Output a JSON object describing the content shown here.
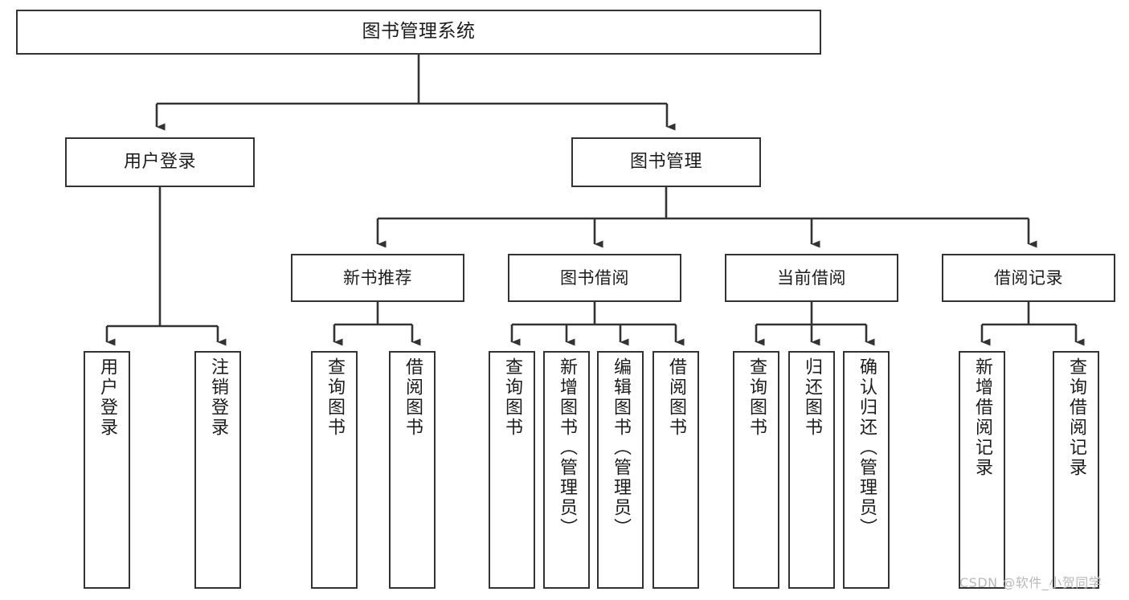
{
  "diagram": {
    "type": "hierarchy-tree",
    "title": "图书管理系统",
    "orientation": "top-down",
    "edge_color": "#333333",
    "box_border_color": "#333333",
    "box_fill_color": "#ffffff",
    "text_color": "#1c1c1c",
    "levels": 4
  },
  "nodes": {
    "root": {
      "label": "图书管理系统",
      "level": 0
    },
    "user_login": {
      "label": "用户登录",
      "level": 1
    },
    "book_manage": {
      "label": "图书管理",
      "level": 1
    },
    "new_book_rec": {
      "label": "新书推荐",
      "level": 2
    },
    "book_borrow": {
      "label": "图书借阅",
      "level": 2
    },
    "current_borrow": {
      "label": "当前借阅",
      "level": 2
    },
    "borrow_record": {
      "label": "借阅记录",
      "level": 2
    },
    "leaf_user_login": {
      "label": "用户登录",
      "level": 3
    },
    "leaf_logout": {
      "label": "注销登录",
      "level": 3
    },
    "leaf_query_book_1": {
      "label": "查询图书",
      "level": 3
    },
    "leaf_borrow_book_1": {
      "label": "借阅图书",
      "level": 3
    },
    "leaf_query_book_2": {
      "label": "查询图书",
      "level": 3
    },
    "leaf_add_book": {
      "label": "新增图书（管理员）",
      "level": 3
    },
    "leaf_edit_book": {
      "label": "编辑图书（管理员）",
      "level": 3
    },
    "leaf_borrow_book_2": {
      "label": "借阅图书",
      "level": 3
    },
    "leaf_query_book_3": {
      "label": "查询图书",
      "level": 3
    },
    "leaf_return_book": {
      "label": "归还图书",
      "level": 3
    },
    "leaf_confirm_return": {
      "label": "确认归还（管理员）",
      "level": 3
    },
    "leaf_add_record": {
      "label": "新增借阅记录",
      "level": 3
    },
    "leaf_query_record": {
      "label": "查询借阅记录",
      "level": 3
    }
  },
  "edges": [
    {
      "from": "root",
      "to": "user_login"
    },
    {
      "from": "root",
      "to": "book_manage"
    },
    {
      "from": "user_login",
      "to": "leaf_user_login"
    },
    {
      "from": "user_login",
      "to": "leaf_logout"
    },
    {
      "from": "book_manage",
      "to": "new_book_rec"
    },
    {
      "from": "book_manage",
      "to": "book_borrow"
    },
    {
      "from": "book_manage",
      "to": "current_borrow"
    },
    {
      "from": "book_manage",
      "to": "borrow_record"
    },
    {
      "from": "new_book_rec",
      "to": "leaf_query_book_1"
    },
    {
      "from": "new_book_rec",
      "to": "leaf_borrow_book_1"
    },
    {
      "from": "book_borrow",
      "to": "leaf_query_book_2"
    },
    {
      "from": "book_borrow",
      "to": "leaf_add_book"
    },
    {
      "from": "book_borrow",
      "to": "leaf_edit_book"
    },
    {
      "from": "book_borrow",
      "to": "leaf_borrow_book_2"
    },
    {
      "from": "current_borrow",
      "to": "leaf_query_book_3"
    },
    {
      "from": "current_borrow",
      "to": "leaf_return_book"
    },
    {
      "from": "current_borrow",
      "to": "leaf_confirm_return"
    },
    {
      "from": "borrow_record",
      "to": "leaf_add_record"
    },
    {
      "from": "borrow_record",
      "to": "leaf_query_record"
    }
  ],
  "watermark": {
    "text": "CSDN @软件_小贺同学",
    "color": "#b9b9b9"
  }
}
